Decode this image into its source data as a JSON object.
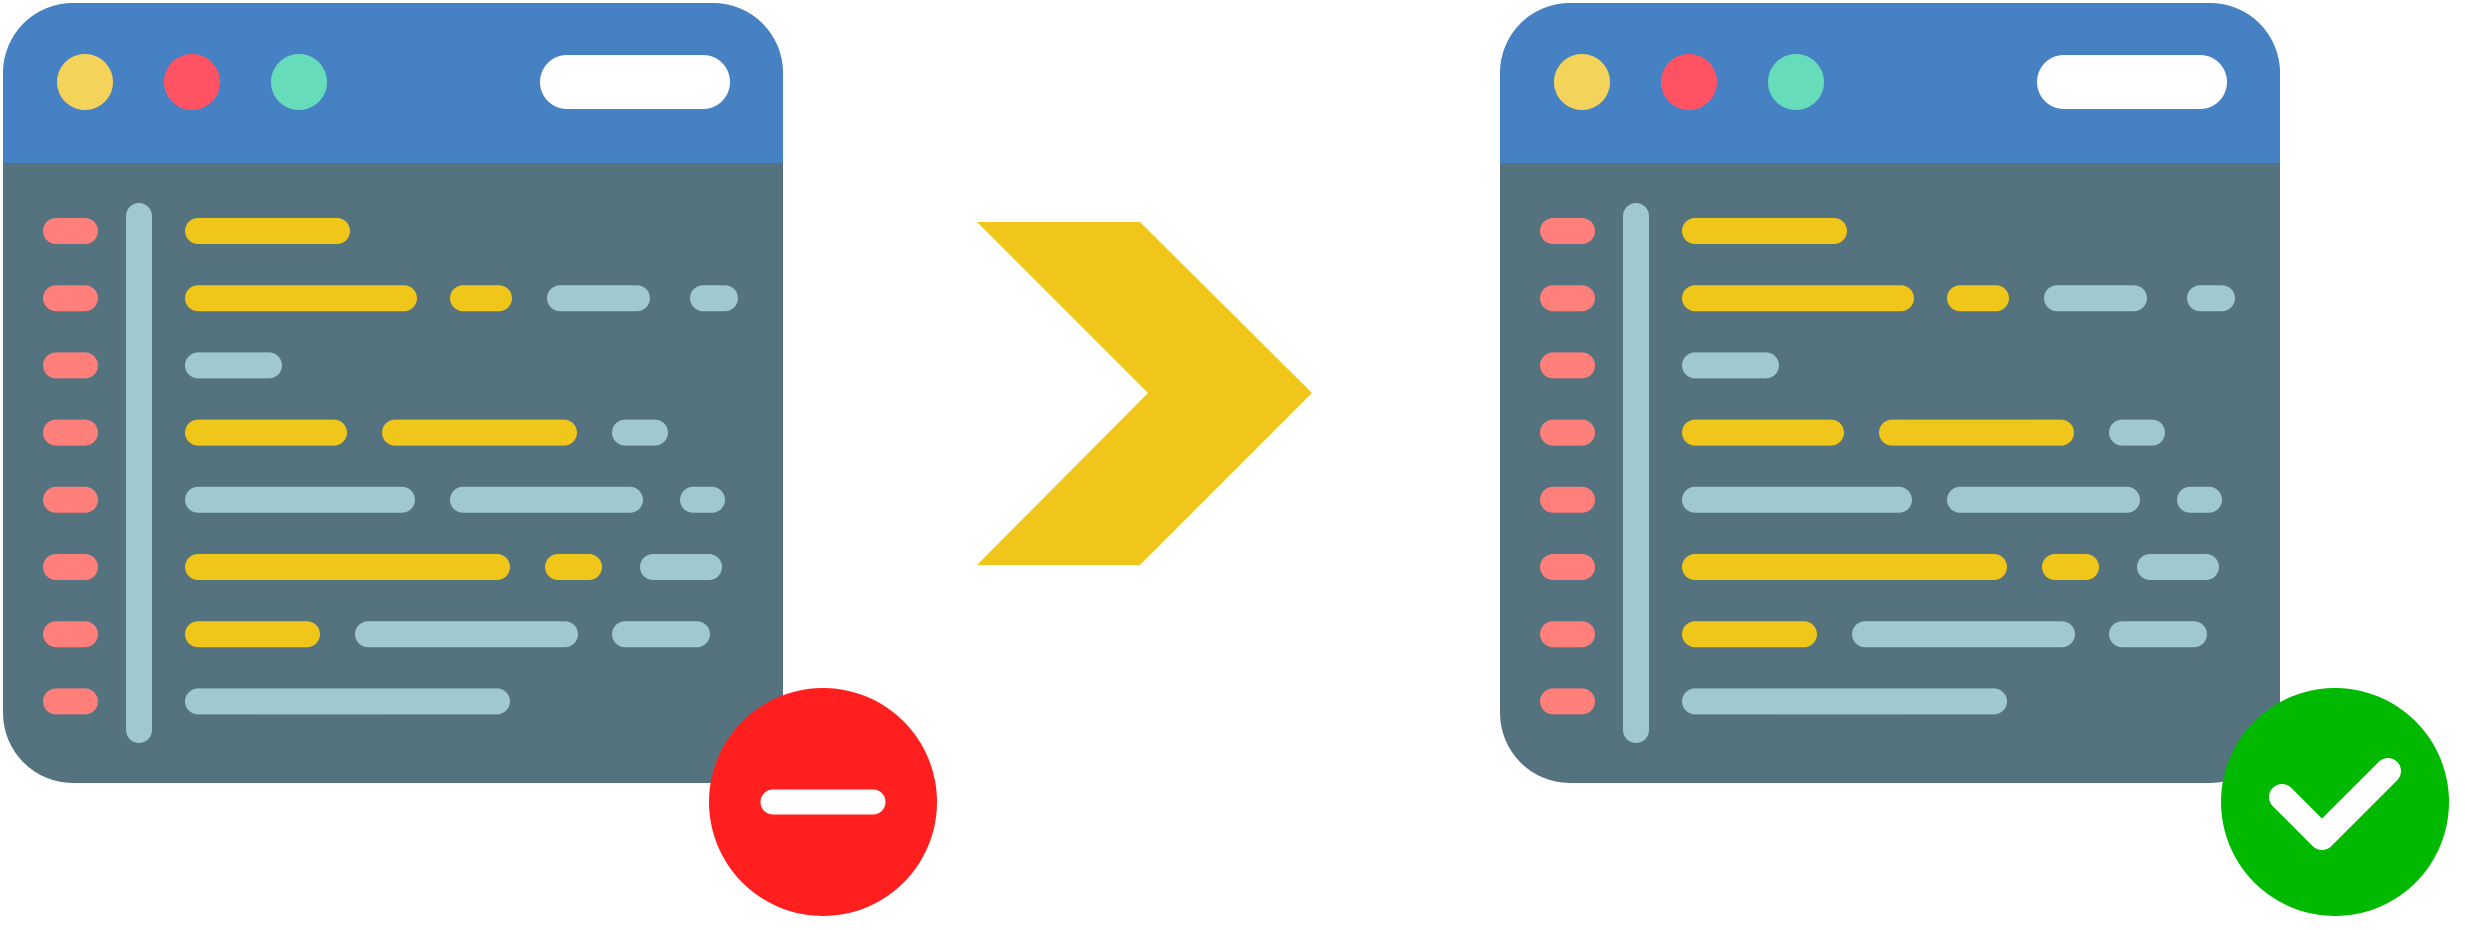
{
  "colors": {
    "header": "#4682c3",
    "body": "#54737f",
    "dot_yellow": "#f4d35a",
    "dot_red": "#ff5364",
    "dot_green": "#67dcbb",
    "line_number": "#ff7f7b",
    "gutter": "#9fc8d0",
    "code_yellow": "#f1c61b",
    "code_blue": "#9fc8d0",
    "arrow": "#f1c61b",
    "error_badge": "#ff1f1f",
    "success_badge": "#00b900",
    "white": "#ffffff"
  },
  "windows": [
    {
      "name": "before-window",
      "badge": {
        "name": "error-badge",
        "icon": "minus-icon",
        "color": "error_badge"
      }
    },
    {
      "name": "after-window",
      "badge": {
        "name": "success-badge",
        "icon": "checkmark-icon",
        "color": "success_badge"
      }
    }
  ],
  "arrow": {
    "name": "chevron-right-arrow",
    "icon": "chevron-right-icon"
  },
  "code_rows": [
    [
      {
        "c": "code_yellow"
      }
    ],
    [
      {
        "c": "code_yellow"
      },
      {
        "c": "code_yellow"
      },
      {
        "c": "code_blue"
      },
      {
        "c": "code_blue"
      }
    ],
    [
      {
        "c": "code_blue"
      }
    ],
    [
      {
        "c": "code_yellow"
      },
      {
        "c": "code_yellow"
      },
      {
        "c": "code_blue"
      }
    ],
    [
      {
        "c": "code_blue"
      },
      {
        "c": "code_blue"
      },
      {
        "c": "code_blue"
      }
    ],
    [
      {
        "c": "code_yellow"
      },
      {
        "c": "code_yellow"
      },
      {
        "c": "code_blue"
      }
    ],
    [
      {
        "c": "code_yellow"
      },
      {
        "c": "code_blue"
      },
      {
        "c": "code_blue"
      }
    ],
    [
      {
        "c": "code_blue"
      }
    ]
  ]
}
